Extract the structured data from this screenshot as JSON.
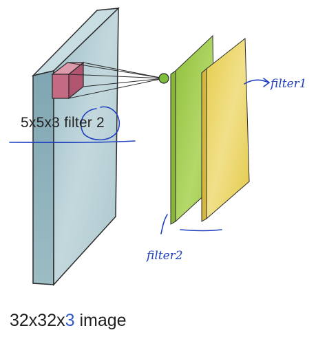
{
  "labels": {
    "filter_label": "5x5x3 filter 2",
    "caption_prefix": "32x32x",
    "caption_accent": "3",
    "caption_suffix": " image",
    "handwritten_filter1": "filter1",
    "handwritten_filter2": "filter2"
  },
  "colors": {
    "volume_front": "#b9d3da",
    "volume_side": "#8fb3bd",
    "volume_top": "#cfe0e4",
    "filter_box": "#c96f86",
    "green_map": "#a6cf55",
    "yellow_map": "#ecd866",
    "annotation_ink": "#1f3fbf",
    "caption_accent": "#2f58c8"
  }
}
